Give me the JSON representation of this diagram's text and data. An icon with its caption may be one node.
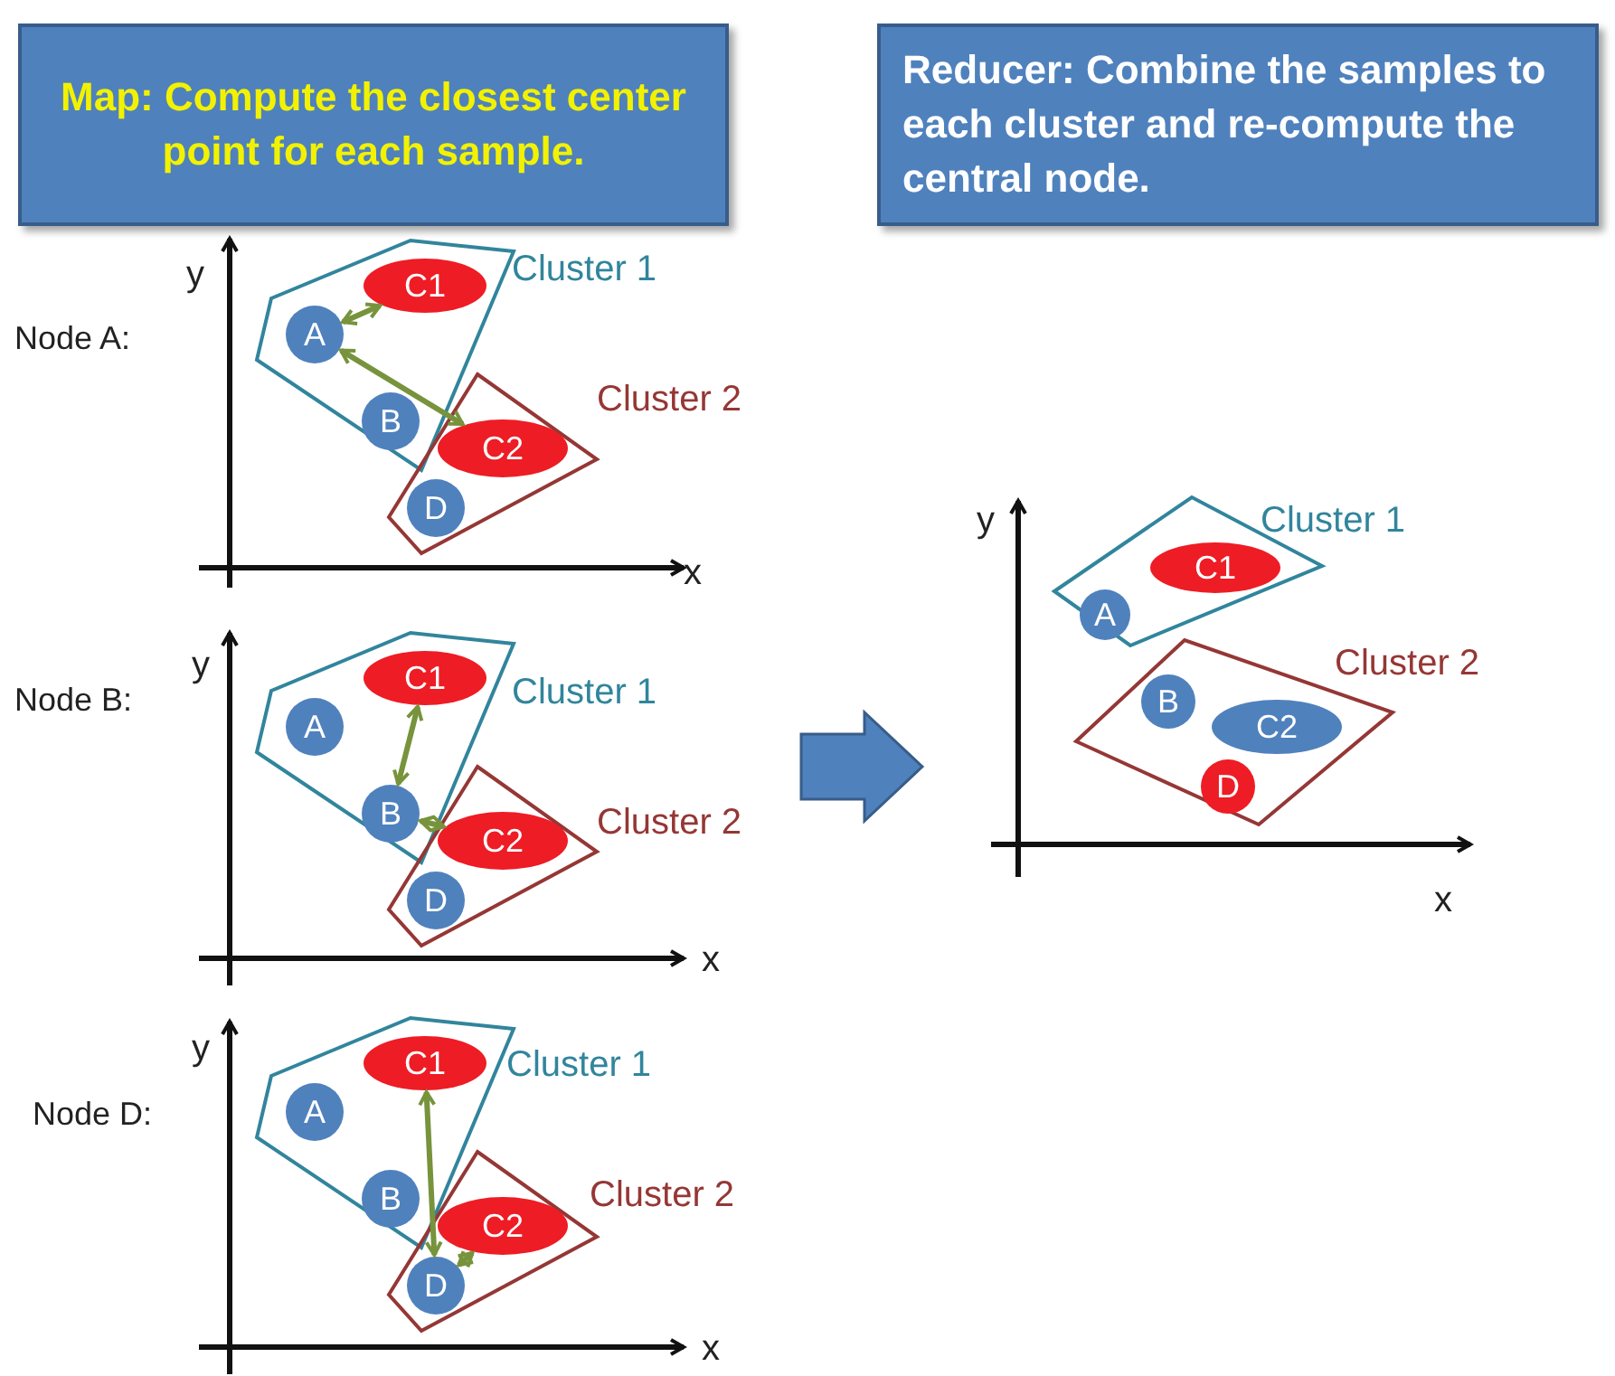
{
  "diagram": {
    "nodes": [
      {
        "text": [
          "Map: Compute the closest center point for each sample."
        ]
      },
      {
        "text": [
          "Reducer: Combine the samples to each cluster and re-compute the central node."
        ]
      },
      {
        "text": [
          "Cluster 1"
        ]
      },
      {
        "text": [
          "C1"
        ],
        "in": 2
      },
      {
        "text": [
          "A"
        ],
        "in": 2
      },
      {
        "text": [
          "B"
        ],
        "in": 2
      },
      {
        "text": [
          "Cluster 2"
        ]
      },
      {
        "text": [
          "C2"
        ],
        "in": 6
      },
      {
        "text": [
          "D"
        ],
        "in": 6
      },
      {
        "text": [
          "Cluster 1"
        ]
      },
      {
        "text": [
          "C1"
        ],
        "in": 9
      },
      {
        "text": [
          "A"
        ],
        "in": 9
      },
      {
        "text": [
          "Cluster 2"
        ]
      },
      {
        "text": [
          "B"
        ],
        "in": 12
      },
      {
        "text": [
          "C2"
        ],
        "in": 12
      },
      {
        "text": [
          "D"
        ],
        "in": 12
      },
      {
        "text": [
          "Cluster 1"
        ]
      },
      {
        "text": [
          "C1"
        ],
        "in": 16
      },
      {
        "text": [
          "A"
        ],
        "in": 16
      },
      {
        "text": [
          "B"
        ],
        "in": 16
      },
      {
        "text": [
          "Cluster 2"
        ]
      },
      {
        "text": [
          "C2"
        ],
        "in": 20
      },
      {
        "text": [
          "D"
        ],
        "in": 20
      },
      {
        "text": [
          "Cluster 1"
        ]
      },
      {
        "text": [
          "C1"
        ],
        "in": 23
      },
      {
        "text": [
          "A"
        ],
        "in": 23
      },
      {
        "text": [
          "B"
        ],
        "in": 23
      },
      {
        "text": [
          "Cluster 2"
        ]
      },
      {
        "text": [
          "C2"
        ],
        "in": 27
      },
      {
        "text": [
          "D"
        ],
        "in": 27
      }
    ],
    "edges": [
      {
        "from": 4,
        "to": 3,
        "arrow": "both"
      },
      {
        "from": 4,
        "to": 7,
        "arrow": "both"
      },
      {
        "from": 19,
        "to": 17,
        "arrow": "both"
      },
      {
        "from": 19,
        "to": 21,
        "arrow": "both"
      },
      {
        "from": 29,
        "to": 24,
        "arrow": "both"
      },
      {
        "from": 29,
        "to": 28,
        "arrow": "both"
      }
    ],
    "labels": [
      "y",
      "Node A:",
      "x",
      "y",
      "x",
      "y",
      "Node B:",
      "x",
      "y",
      "Node D:",
      "x"
    ]
  }
}
